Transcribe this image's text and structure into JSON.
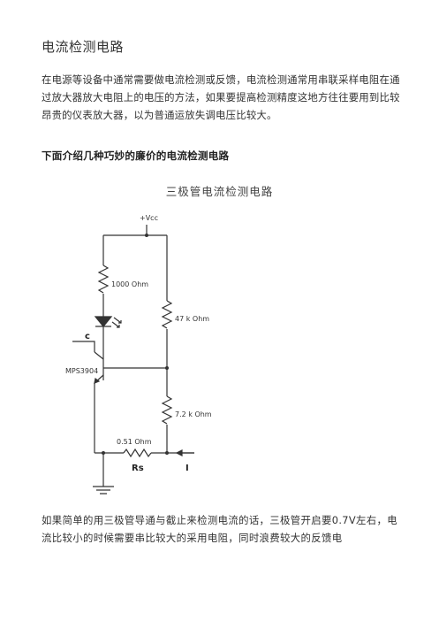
{
  "article": {
    "title": "电流检测电路",
    "intro": "在电源等设备中通常需要做电流检测或反馈，电流检测通常用串联采样电阻在通过放大器放大电阻上的电压的方法，如果要提高检测精度这地方往往要用到比较昂贵的仪表放大器，以为普通运放失调电压比较大。",
    "section_heading": "下面介绍几种巧妙的廉价的电流检测电路",
    "figure_caption": "三极管电流检测电路",
    "bottom_text": "如果简单的用三极管导通与截止来检测电流的话，三极管开启要0.7V左右，电流比较小的时候需要串比较大的采用电阻，同时浪费较大的反馈电"
  },
  "circuit": {
    "supply_label": "+Vcc",
    "r1_label": "1000 Ohm",
    "r2_label": "47 k Ohm",
    "r3_label": "7.2 k Ohm",
    "rs_value_label": "0.51 Ohm",
    "rs_name_label": "Rs",
    "output_label": "c",
    "transistor_label": "MPS3904",
    "current_label": "I"
  }
}
